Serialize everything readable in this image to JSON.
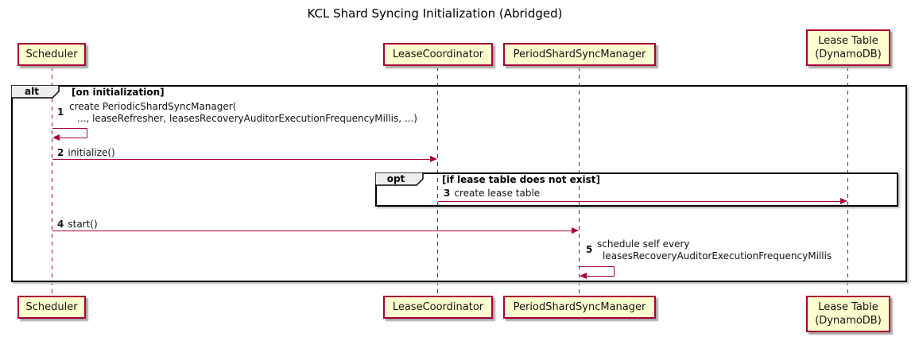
{
  "title": "KCL Shard Syncing Initialization (Abridged)",
  "colors": {
    "participant_fill": "#FEFECE",
    "participant_border": "#A80036",
    "arrow": "#A80036",
    "frame_border": "#000000",
    "frame_tab_fill": "#EEEEEE"
  },
  "participants": [
    {
      "label": "Scheduler"
    },
    {
      "label": "LeaseCoordinator"
    },
    {
      "label": "PeriodShardSyncManager"
    },
    {
      "label": "Lease Table",
      "label2": "(DynamoDB)"
    }
  ],
  "frames": {
    "alt": {
      "operator": "alt",
      "guard": "[on initialization]"
    },
    "opt": {
      "operator": "opt",
      "guard": "[if lease table does not exist]"
    }
  },
  "messages": [
    {
      "num": "1",
      "from": "Scheduler",
      "to": "Scheduler",
      "kind": "self",
      "line1": "create PeriodicShardSyncManager(",
      "line2": "..., leaseRefresher, leasesRecoveryAuditorExecutionFrequencyMillis, ...)"
    },
    {
      "num": "2",
      "from": "Scheduler",
      "to": "LeaseCoordinator",
      "kind": "arrow",
      "text": "initialize()"
    },
    {
      "num": "3",
      "from": "LeaseCoordinator",
      "to": "Lease Table (DynamoDB)",
      "kind": "arrow",
      "text": "create lease table"
    },
    {
      "num": "4",
      "from": "Scheduler",
      "to": "PeriodShardSyncManager",
      "kind": "arrow",
      "text": "start()"
    },
    {
      "num": "5",
      "from": "PeriodShardSyncManager",
      "to": "PeriodShardSyncManager",
      "kind": "self",
      "line1": "schedule self every",
      "line2": "leasesRecoveryAuditorExecutionFrequencyMillis"
    }
  ]
}
